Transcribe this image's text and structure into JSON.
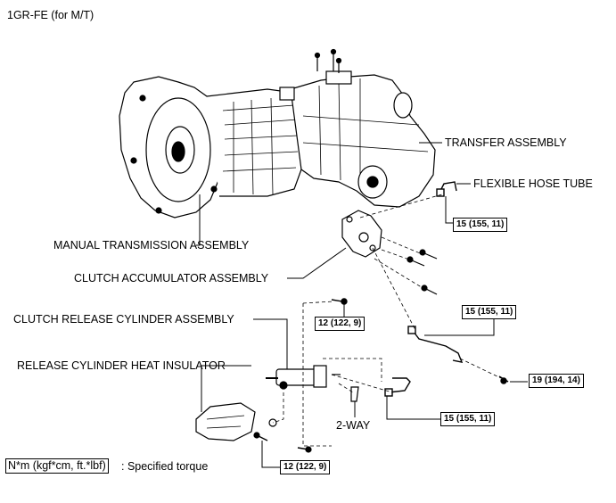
{
  "header": {
    "title": "1GR-FE (for M/T)"
  },
  "parts": {
    "transfer_assembly": "TRANSFER ASSEMBLY",
    "flexible_hose_tube": "FLEXIBLE HOSE TUBE",
    "manual_transmission_assembly": "MANUAL TRANSMISSION ASSEMBLY",
    "clutch_accumulator_assembly": "CLUTCH ACCUMULATOR ASSEMBLY",
    "clutch_release_cylinder_assembly": "CLUTCH RELEASE CYLINDER ASSEMBLY",
    "release_cylinder_heat_insulator": "RELEASE CYLINDER HEAT INSULATOR",
    "two_way": "2-WAY"
  },
  "torques": {
    "flexible_hose_tube": "15 (155, 11)",
    "release_cylinder_bolt": "12 (122, 9)",
    "line_upper": "15 (155, 11)",
    "line_right": "19 (194, 14)",
    "line_lower": "15 (155, 11)",
    "insulator_bolt": "12 (122, 9)"
  },
  "legend": {
    "units_box": "N*m (kgf*cm, ft.*lbf)",
    "description": ": Specified torque"
  }
}
